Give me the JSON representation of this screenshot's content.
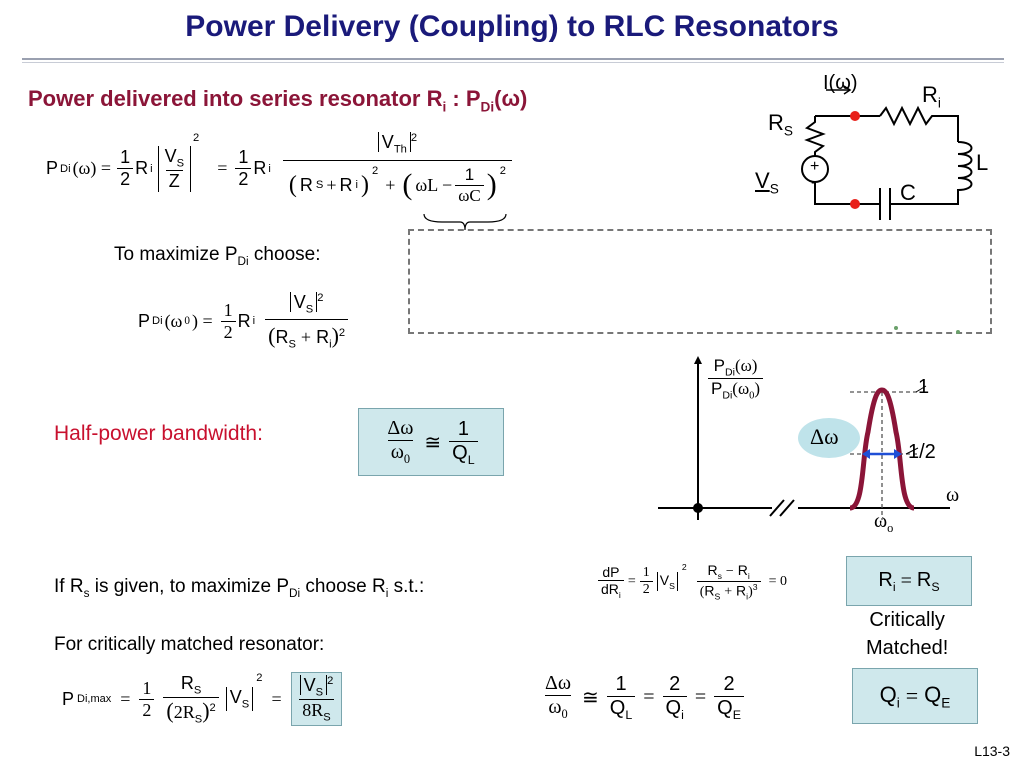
{
  "title": "Power Delivery (Coupling) to RLC Resonators",
  "subtitle": {
    "text": "Power delivered into series resonator R",
    "sub_i": "i",
    "mid": " : P",
    "sub_di": "Di",
    "tail": "(ω)"
  },
  "eq1": {
    "lhs": "P",
    "lhs_sub": "Di",
    "lhs_arg": "(ω) =",
    "half_num": "1",
    "half_den": "2",
    "ri": "R",
    "ri_sub": "i",
    "vs": "V",
    "vs_sub": "S",
    "z": "Z",
    "sq": "2",
    "eq": "=",
    "vth": "V",
    "vth_sub": "Th",
    "rs": "R",
    "rs_sub": "S",
    "plus": "+",
    "wl": "ωL −",
    "one": "1",
    "wc": "ωC"
  },
  "maximize_label": "To maximize P",
  "maximize_sub": "Di",
  "maximize_tail": " choose:",
  "eq2": {
    "lhs": "P",
    "lhs_sub": "Di",
    "arg": "(ω",
    "arg_sub": "0",
    "arg_close": ") =",
    "half_num": "1",
    "half_den": "2",
    "ri": "R",
    "ri_sub": "i",
    "vs": "V",
    "vs_sub": "S",
    "sq": "2",
    "rs": "R",
    "rs_sub": "S",
    "plus": "+",
    "ri2": "R",
    "ri2_sub": "i"
  },
  "half_power_label": "Half-power bandwidth:",
  "bw_eq": {
    "dw": "Δω",
    "w0": "ω",
    "w0_sub": "0",
    "approx": "≅",
    "one": "1",
    "q": "Q",
    "q_sub": "L"
  },
  "circuit": {
    "current": "I(ω)",
    "ri": "R",
    "ri_sub": "i",
    "rs": "R",
    "rs_sub": "S",
    "vs": "V",
    "vs_sub": "S",
    "plus": "+",
    "minus": "-",
    "l": "L",
    "c": "C"
  },
  "plot": {
    "ylabel_num": "P",
    "ylabel_num_sub": "Di",
    "ylabel_num_arg": "(ω)",
    "ylabel_den": "P",
    "ylabel_den_sub": "Di",
    "ylabel_den_arg": "(ω",
    "ylabel_den_arg_sub": "0",
    "ylabel_den_close": ")",
    "level_one": "1",
    "level_half": "1/2",
    "dw": "Δω",
    "xlabel": "ω",
    "w0": "ω",
    "w0_sub": "o",
    "curve_color": "#8b1538",
    "arrow_color": "#1f4fd6",
    "bubble_color": "#bfe3ea"
  },
  "crit_label": {
    "pre": "If R",
    "s": "s",
    "mid": " is given, to maximize P",
    "di": "Di",
    "mid2": " choose R",
    "i": "i",
    "tail": "  s.t.:"
  },
  "deriv_eq": {
    "dp": "dP",
    "dri": "dR",
    "dri_sub": "i",
    "eq": "=",
    "half_num": "1",
    "half_den": "2",
    "vs": "V",
    "vs_sub": "S",
    "sq": "2",
    "num": "R",
    "num_s": "s",
    "minus": "−",
    "num_r": "R",
    "num_i": "i",
    "den_rs": "R",
    "den_s": "S",
    "plus": "+",
    "den_ri": "R",
    "den_i": "i",
    "cube": "3",
    "zero": "= 0"
  },
  "ri_eq_rs": {
    "ri": "R",
    "ri_sub": "i",
    "eq": "=",
    "rs": "R",
    "rs_sub": "S"
  },
  "critically_matched": [
    "Critically",
    "Matched!"
  ],
  "crit_matched_label": "For critically matched resonator:",
  "pmax_eq": {
    "lhs": "P",
    "lhs_sub": "Di,max",
    "eq": "=",
    "half_num": "1",
    "half_den": "2",
    "rs": "R",
    "rs_sub": "S",
    "two_rs": "2R",
    "two_rs_sub": "S",
    "sq": "2",
    "vs": "V",
    "vs_sub": "S",
    "eq2": "=",
    "res_vs": "V",
    "res_vs_sub": "S",
    "res_sq": "2",
    "res_den": "8R",
    "res_den_sub": "S"
  },
  "q_eq": {
    "dw": "Δω",
    "w0": "ω",
    "w0_sub": "0",
    "approx": "≅",
    "one": "1",
    "ql": "Q",
    "ql_sub": "L",
    "eq": "=",
    "two": "2",
    "qi": "Q",
    "qi_sub": "i",
    "eq2": "=",
    "two2": "2",
    "qe": "Q",
    "qe_sub": "E"
  },
  "qi_eq_qe": {
    "qi": "Q",
    "qi_sub": "i",
    "eq": "=",
    "qe": "Q",
    "qe_sub": "E"
  },
  "footer": "L13-3"
}
